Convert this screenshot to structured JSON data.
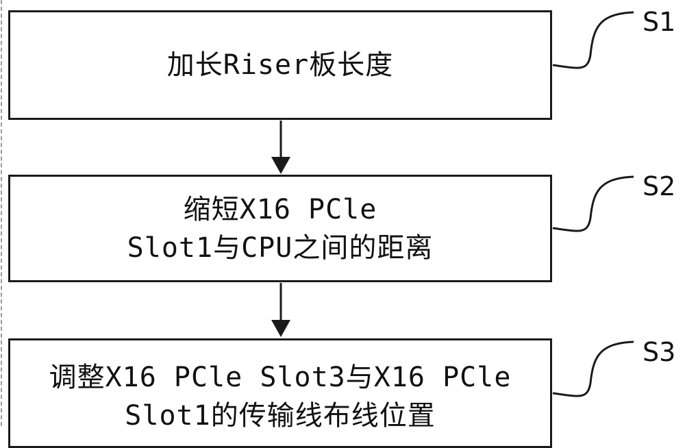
{
  "steps": [
    {
      "id": "S1",
      "label": "S1",
      "text": "加长Riser板长度"
    },
    {
      "id": "S2",
      "label": "S2",
      "text": "缩短X16 PCle\nSlot1与CPU之间的距离"
    },
    {
      "id": "S3",
      "label": "S3",
      "text": "调整X16 PCle Slot3与X16 PCle\nSlot1的传输线布线位置"
    }
  ],
  "colors": {
    "stroke": "#1a1a1a",
    "text": "#111111",
    "background": "#ffffff"
  }
}
